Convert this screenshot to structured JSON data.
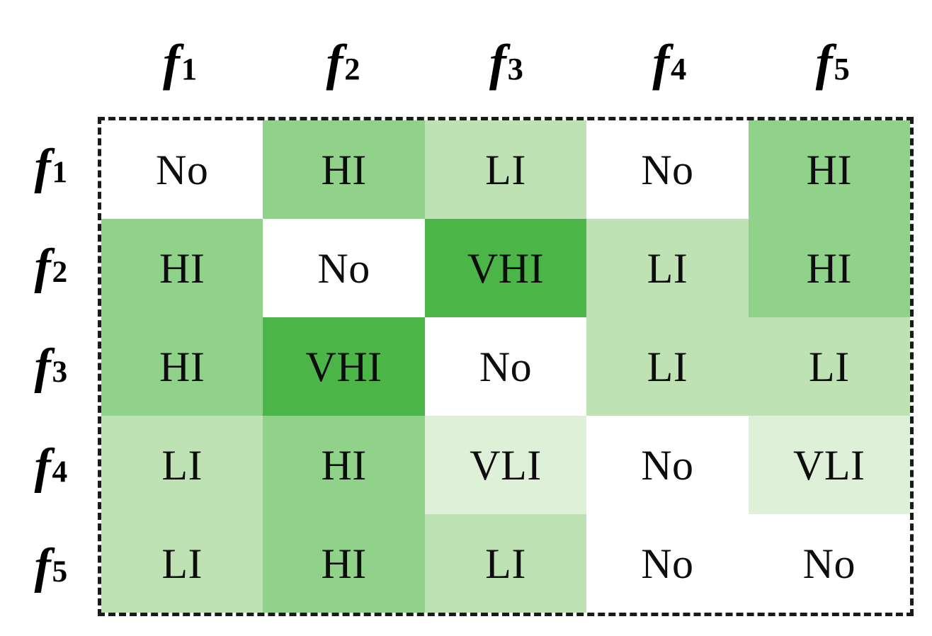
{
  "figure": {
    "type": "feature-interaction-matrix",
    "border_style": "dashed",
    "border_color": "#1a1a1a"
  },
  "legend_colors": {
    "VHI": "#4CB548",
    "HI": "#90D28A",
    "LI": "#BEE2B4",
    "VLI": "#DFF0D8",
    "No": "#FFFFFF"
  },
  "column_headers": [
    {
      "base": "f",
      "sub": "1"
    },
    {
      "base": "f",
      "sub": "2"
    },
    {
      "base": "f",
      "sub": "3"
    },
    {
      "base": "f",
      "sub": "4"
    },
    {
      "base": "f",
      "sub": "5"
    }
  ],
  "row_headers": [
    {
      "base": "f",
      "sub": "1"
    },
    {
      "base": "f",
      "sub": "2"
    },
    {
      "base": "f",
      "sub": "3"
    },
    {
      "base": "f",
      "sub": "4"
    },
    {
      "base": "f",
      "sub": "5"
    }
  ],
  "chart_data": {
    "type": "heatmap",
    "title": "",
    "xlabel": "",
    "ylabel": "",
    "categories": [
      "f1",
      "f2",
      "f3",
      "f4",
      "f5"
    ],
    "x": [
      "f1",
      "f2",
      "f3",
      "f4",
      "f5"
    ],
    "y": [
      "f1",
      "f2",
      "f3",
      "f4",
      "f5"
    ],
    "value_scale": [
      "No",
      "VLI",
      "LI",
      "HI",
      "VHI"
    ],
    "value_colors": {
      "No": "#FFFFFF",
      "VLI": "#DFF0D8",
      "LI": "#BEE2B4",
      "HI": "#90D28A",
      "VHI": "#4CB548"
    },
    "rows": [
      {
        "label": "f1",
        "values": [
          "No",
          "HI",
          "LI",
          "No",
          "HI"
        ]
      },
      {
        "label": "f2",
        "values": [
          "HI",
          "No",
          "VHI",
          "LI",
          "HI"
        ]
      },
      {
        "label": "f3",
        "values": [
          "HI",
          "VHI",
          "No",
          "LI",
          "LI"
        ]
      },
      {
        "label": "f4",
        "values": [
          "LI",
          "HI",
          "VLI",
          "No",
          "VLI"
        ]
      },
      {
        "label": "f5",
        "values": [
          "LI",
          "HI",
          "LI",
          "No",
          "No"
        ]
      }
    ],
    "grid": false,
    "legend": "none"
  }
}
